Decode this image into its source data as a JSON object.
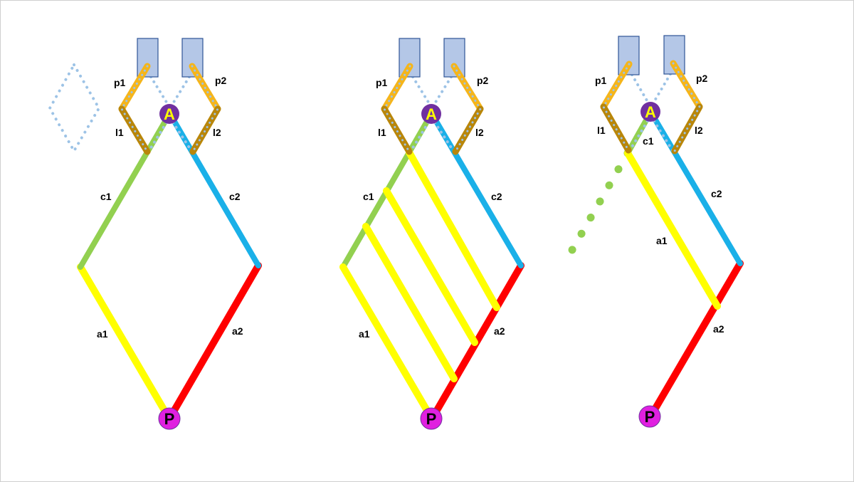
{
  "colors": {
    "c1": "#92d050",
    "c2": "#1ab0e8",
    "a1": "#ffff00",
    "a2": "#ff0000",
    "p": "#f5b51b",
    "l": "#b8860b",
    "block_fill": "#b4c7e7",
    "block_stroke": "#2f5597",
    "dots": "#9dc3e6",
    "joint_a_fill": "#7030a0",
    "joint_a_text": "#ffff00",
    "joint_p_fill": "#e020e0",
    "joint_p_text": "#000000"
  },
  "joints": {
    "a": "A",
    "p": "P"
  },
  "panels": [
    {
      "labels": {
        "p1": "p1",
        "p2": "p2",
        "l1": "l1",
        "l2": "l2",
        "c1": "c1",
        "c2": "c2",
        "a1": "a1",
        "a2": "a2"
      }
    },
    {
      "labels": {
        "p1": "p1",
        "p2": "p2",
        "l1": "l1",
        "l2": "l2",
        "c1": "c1",
        "c2": "c2",
        "a1": "a1",
        "a2": "a2"
      }
    },
    {
      "labels": {
        "p1": "p1",
        "p2": "p2",
        "l1": "l1",
        "l2": "l2",
        "c1": "c1",
        "c2": "c2",
        "a1": "a1",
        "a2": "a2"
      }
    }
  ]
}
